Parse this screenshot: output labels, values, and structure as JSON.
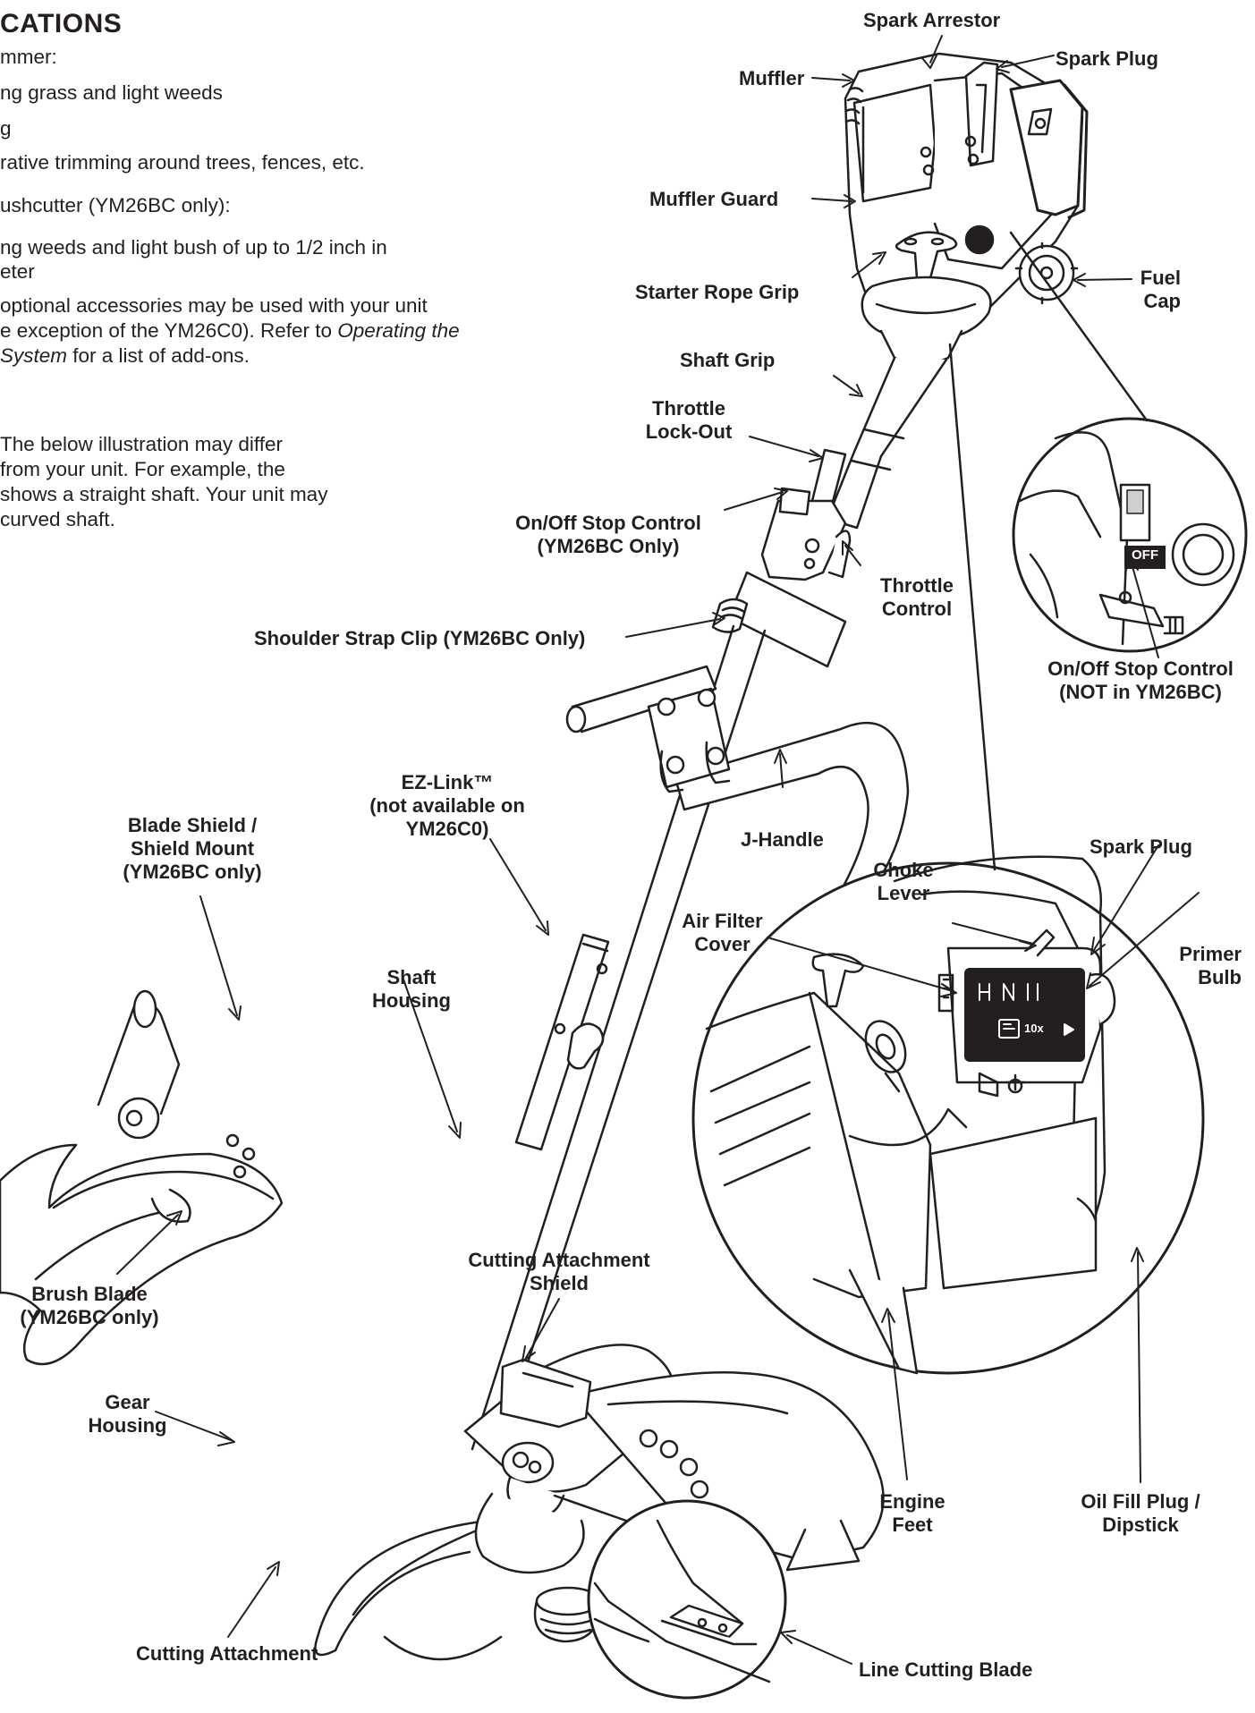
{
  "heading": "CATIONS",
  "text_lines": [
    "mmer:",
    "ng grass and light weeds",
    "g",
    "rative trimming around trees, fences, etc.",
    "ushcutter (YM26BC only):",
    "ng weeds and light bush of up to 1/2 inch in",
    "eter",
    "optional accessories may be used with your unit",
    "e exception of the YM26C0). Refer to ",
    "Operating the",
    " System",
    " for a list of add-ons.",
    "The below illustration may differ",
    "from your unit. For example, the",
    "shows a straight shaft. Your unit may",
    "curved shaft."
  ],
  "labels": {
    "spark_arrestor": "Spark Arrestor",
    "spark_plug_top": "Spark Plug",
    "muffler": "Muffler",
    "muffler_guard": "Muffler Guard",
    "fuel_cap": [
      "Fuel",
      "Cap"
    ],
    "starter_rope_grip": "Starter Rope Grip",
    "shaft_grip": "Shaft Grip",
    "throttle_lockout": [
      "Throttle",
      "Lock-Out"
    ],
    "onoff_stop_ym26bc": [
      "On/Off Stop Control",
      "(YM26BC Only)"
    ],
    "throttle_control": [
      "Throttle",
      "Control"
    ],
    "onoff_stop_not": [
      "On/Off Stop Control",
      "(NOT in YM26BC)"
    ],
    "shoulder_strap_clip": "Shoulder Strap Clip (YM26BC Only)",
    "ez_link": [
      "EZ-Link™",
      "(not available on",
      "YM26C0)"
    ],
    "j_handle": "J-Handle",
    "blade_shield": [
      "Blade Shield /",
      "Shield Mount",
      "(YM26BC only)"
    ],
    "spark_plug_right": "Spark Plug",
    "choke_lever": [
      "Choke",
      "Lever"
    ],
    "air_filter_cover": [
      "Air Filter",
      "Cover"
    ],
    "primer_bulb": [
      "Primer",
      "Bulb"
    ],
    "shaft_housing": [
      "Shaft",
      "Housing"
    ],
    "brush_blade": [
      "Brush Blade",
      "(YM26BC only)"
    ],
    "cutting_attachment_shield": [
      "Cutting Attachment",
      "Shield"
    ],
    "gear_housing": [
      "Gear",
      "Housing"
    ],
    "engine_feet": [
      "Engine",
      "Feet"
    ],
    "oil_fill_plug": [
      "Oil Fill Plug /",
      "Dipstick"
    ],
    "cutting_attachment": "Cutting Attachment",
    "line_cutting_blade": "Line Cutting Blade"
  },
  "switch_text": "OFF",
  "filter_label": "10x"
}
